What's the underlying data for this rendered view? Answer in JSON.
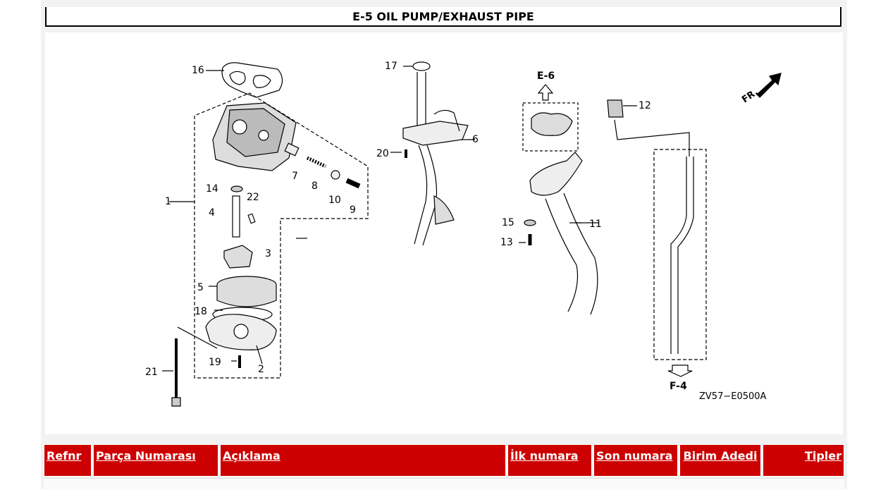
{
  "page": {
    "title": "E-5 OIL PUMP/EXHAUST PIPE"
  },
  "diagram": {
    "drawing_code": "ZV57−E0500A",
    "direction_label": "FR.",
    "refs": {
      "e6": "E-6",
      "f4": "F-4"
    },
    "callouts": [
      "1",
      "2",
      "3",
      "4",
      "5",
      "6",
      "7",
      "8",
      "9",
      "10",
      "11",
      "12",
      "13",
      "14",
      "15",
      "16",
      "17",
      "18",
      "19",
      "20",
      "21",
      "22"
    ]
  },
  "table": {
    "headers": [
      {
        "key": "refnr",
        "label": "Refnr"
      },
      {
        "key": "parca",
        "label": "Parça Numarası"
      },
      {
        "key": "aciklama",
        "label": "Açıklama"
      },
      {
        "key": "ilk",
        "label": "İlk numara"
      },
      {
        "key": "son",
        "label": "Son numara"
      },
      {
        "key": "birim",
        "label": "Birim Adedi"
      },
      {
        "key": "tipler",
        "label": "Tipler"
      }
    ]
  },
  "colors": {
    "header_bg": "#cc0000",
    "header_text": "#ffffff",
    "panel_bg": "#f2f2f2"
  }
}
